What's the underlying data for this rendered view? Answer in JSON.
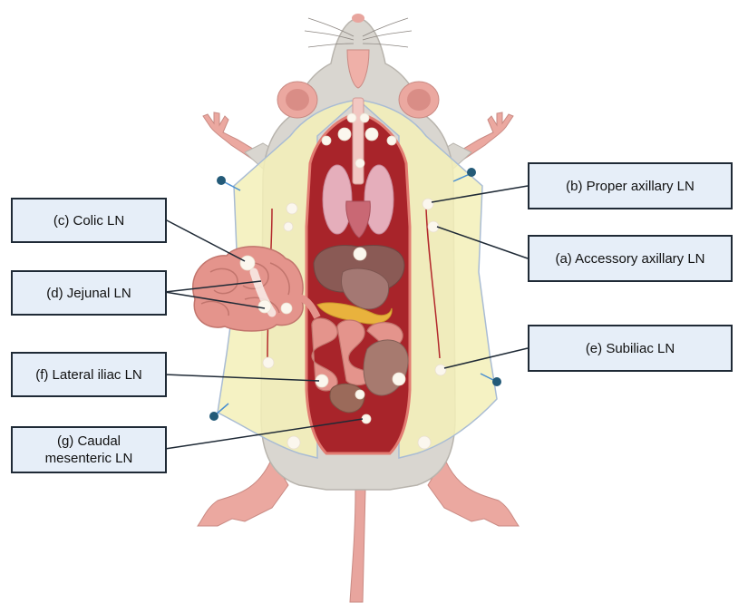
{
  "labels": {
    "proper_axillary": "(b) Proper axillary LN",
    "accessory_axillary": "(a) Accessory axillary LN",
    "subiliac": "(e) Subiliac LN",
    "colic": "(c) Colic LN",
    "jejunal": "(d) Jejunal LN",
    "lateral_iliac": "(f) Lateral iliac LN",
    "caudal_mesenteric_line1": "(g) Caudal",
    "caudal_mesenteric_line2": "mesenteric LN"
  },
  "colors": {
    "label_fill": "#e6eef8",
    "label_border": "#1f2a36",
    "fur": "#d9d6d0",
    "skin_flap": "#f3f0b8",
    "cavity": "#a8242a",
    "lymph_node": "#fbf7ee",
    "intestine": "#e4948c",
    "liver": "#8a5a55",
    "lung": "#e5aebb"
  }
}
